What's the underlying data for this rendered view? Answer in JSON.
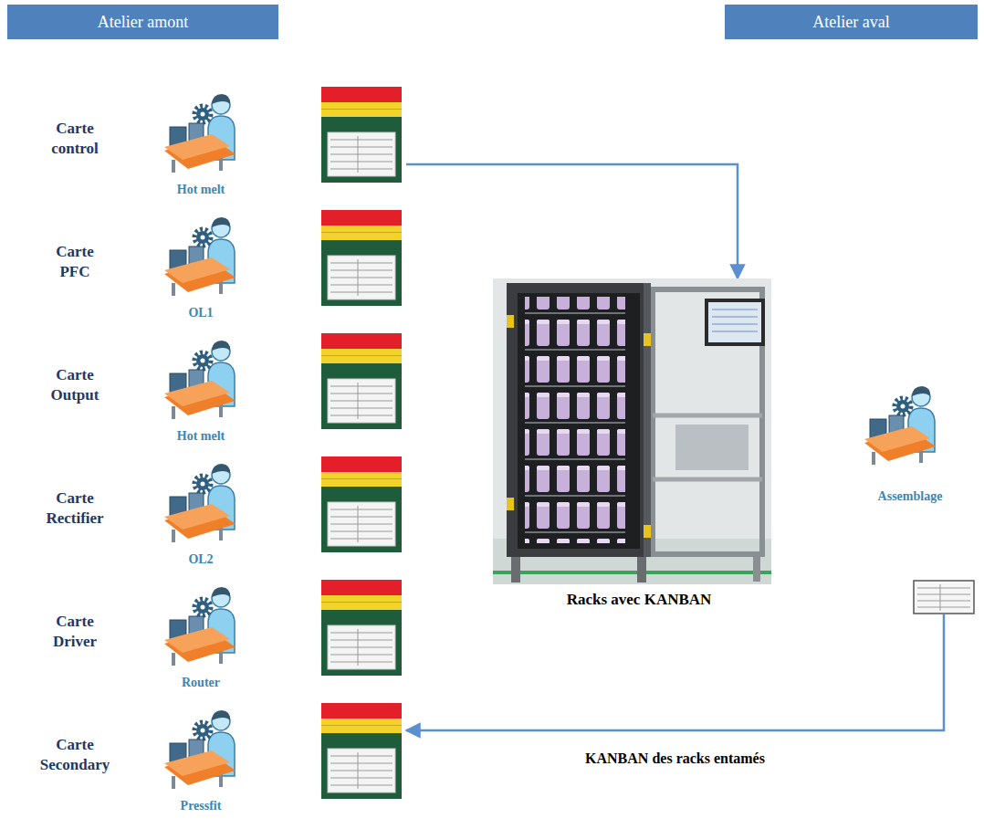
{
  "diagram": {
    "nodes": [
      {
        "text": [
          "Atelier amont"
        ]
      },
      {
        "text": [
          "Atelier aval"
        ]
      },
      {
        "text": [
          "Carte control",
          "Hot melt"
        ]
      },
      {
        "text": [
          "Carte PFC",
          "OL1"
        ]
      },
      {
        "text": [
          "Carte Output",
          "Hot melt"
        ]
      },
      {
        "text": [
          "Carte Rectifier",
          "OL2"
        ]
      },
      {
        "text": [
          "Carte Driver",
          "Router"
        ]
      },
      {
        "text": [
          "Carte Secondary",
          "Pressfit"
        ]
      },
      {
        "text": [
          "Racks avec KANBAN"
        ]
      },
      {
        "text": [
          "Assemblage"
        ]
      }
    ],
    "edges": [
      {
        "from": 2,
        "to": 8,
        "arrow": "to"
      },
      {
        "from": 9,
        "to": 7,
        "arrow": "to",
        "label": "KANBAN des racks entamés"
      }
    ]
  }
}
